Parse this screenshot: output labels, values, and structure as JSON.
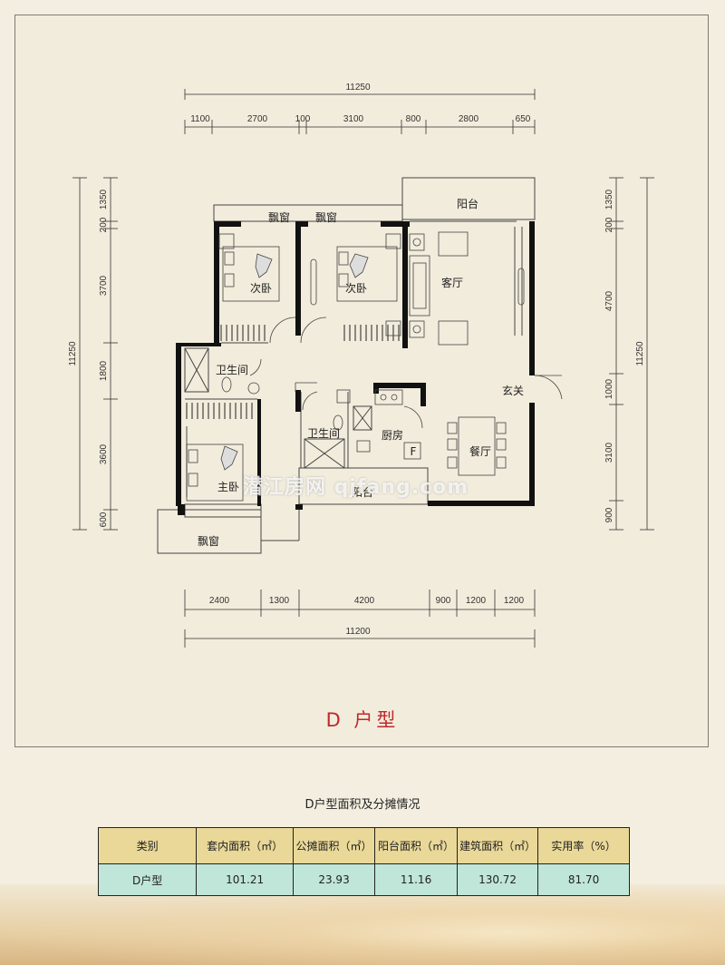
{
  "plan": {
    "top_total": "11250",
    "top_segments": [
      "1100",
      "2700",
      "100",
      "3100",
      "800",
      "2800",
      "650"
    ],
    "bottom_total": "11200",
    "bottom_segments": [
      "2400",
      "1300",
      "4200",
      "900",
      "1200",
      "1200"
    ],
    "left_total": "11250",
    "left_segments": [
      "1350",
      "200",
      "3700",
      "1800",
      "3600",
      "600"
    ],
    "right_total": "11250",
    "right_segments": [
      "1350",
      "200",
      "4700",
      "1000",
      "3100",
      "900"
    ],
    "rooms": {
      "balcony_top": "阳台",
      "bay_window_1": "飘窗",
      "bay_window_2": "飘窗",
      "bedroom_2a": "次卧",
      "bedroom_2b": "次卧",
      "living_room": "客厅",
      "bathroom_1": "卫生间",
      "entrance": "玄关",
      "bathroom_2": "卫生间",
      "kitchen": "厨房",
      "flue": "F",
      "dining_room": "餐厅",
      "master_bedroom": "主卧",
      "balcony_bottom": "阳台",
      "bay_window_3": "飘窗"
    }
  },
  "watermark": "潜江房网 qjfang.com",
  "title": "D 户型",
  "table": {
    "caption": "D户型面积及分摊情况",
    "headers": [
      "类别",
      "套内面积（㎡）",
      "公摊面积（㎡）",
      "阳台面积（㎡）",
      "建筑面积（㎡）",
      "实用率（%）"
    ],
    "rows": [
      [
        "D户型",
        "101.21",
        "23.93",
        "11.16",
        "130.72",
        "81.70"
      ]
    ]
  },
  "colors": {
    "title": "#c0282b",
    "header_bg": "#e9d898",
    "row_bg": "#bfe6d8"
  }
}
